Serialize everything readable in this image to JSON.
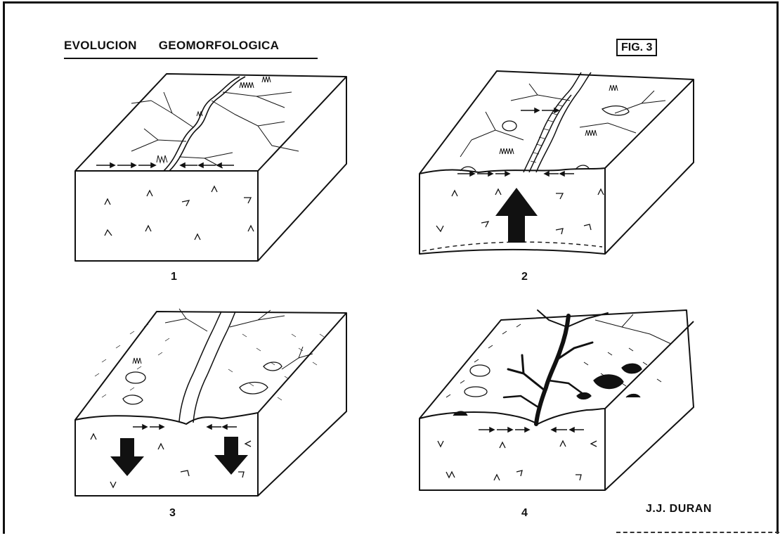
{
  "figure": {
    "title": "EVOLUCION GEOMORFOLOGICA",
    "fig_label": "FIG. 3",
    "author": "J.J. DURAN"
  },
  "panels": [
    {
      "number": "1"
    },
    {
      "number": "2"
    },
    {
      "number": "3"
    },
    {
      "number": "4"
    }
  ]
}
